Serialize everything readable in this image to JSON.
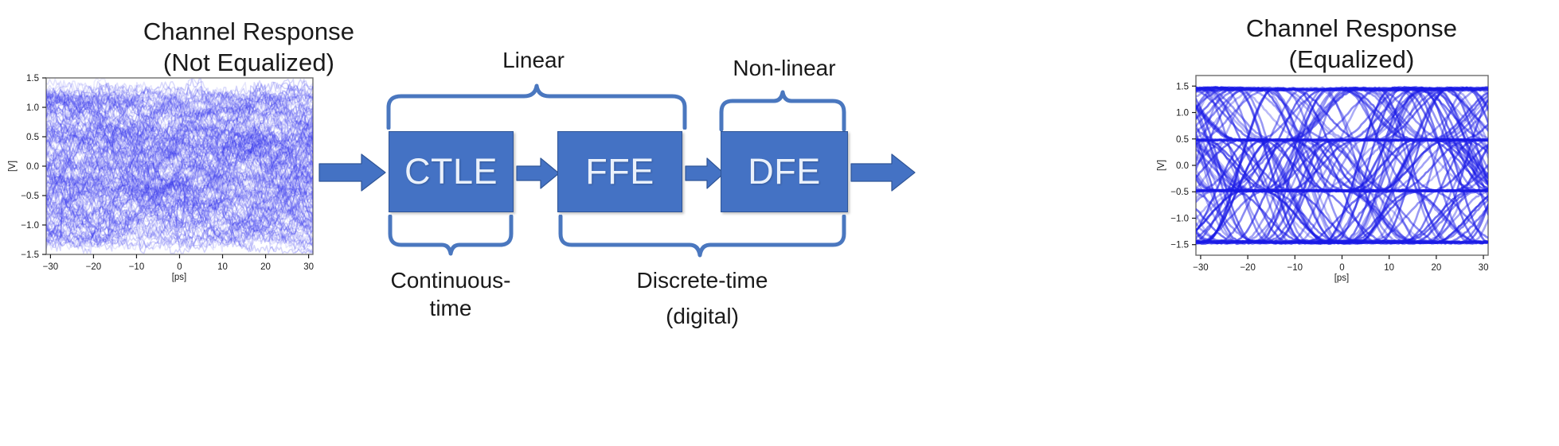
{
  "figure": {
    "type": "block-diagram-with-eye-diagrams",
    "background": "#ffffff",
    "accent_blue": "#4472c4",
    "brace_blue": "#4a77bf",
    "trace_blue": "#2a2ae0"
  },
  "left_panel": {
    "title_line1": "Channel Response",
    "title_line2": "(Not Equalized)",
    "chart_data": {
      "type": "line",
      "title": "Channel Response (Not Equalized)",
      "xlabel": "[ps]",
      "ylabel": "[V]",
      "xlim": [
        -31,
        31
      ],
      "ylim": [
        -1.5,
        1.5
      ],
      "xticks": [
        -30,
        -20,
        -10,
        0,
        10,
        20,
        30
      ],
      "yticks": [
        -1.5,
        -1.0,
        -0.5,
        0.0,
        0.5,
        1.0,
        1.5
      ],
      "xtick_labels": [
        "-30",
        "-20",
        "-10",
        "0",
        "10",
        "20",
        "30"
      ],
      "ytick_labels": [
        "-1.5",
        "-1.0",
        "-0.5",
        "0.0",
        "0.5",
        "1.0",
        "1.5"
      ],
      "grid": false,
      "legend": "none",
      "description": "PAM-4 eye diagram, heavily closed / smeared by inter-symbol interference. Traces span roughly -1.35 V to +1.35 V with no clearly open eye openings.",
      "signal_levels": [
        -1.33,
        -0.45,
        0.45,
        1.33
      ],
      "eye_openings": 0,
      "unit_interval_ps": 18.2,
      "trace_count": 180,
      "trace_color": "#3333ee",
      "trace_opacity": 0.18
    }
  },
  "right_panel": {
    "title_line1": "Channel Response",
    "title_line2": "(Equalized)",
    "chart_data": {
      "type": "line",
      "title": "Channel Response (Equalized)",
      "xlabel": "[ps]",
      "ylabel": "[V]",
      "xlim": [
        -31,
        31
      ],
      "ylim": [
        -1.7,
        1.7
      ],
      "xticks": [
        -30,
        -20,
        -10,
        0,
        10,
        20,
        30
      ],
      "yticks": [
        -1.5,
        -1.0,
        -0.5,
        0.0,
        0.5,
        1.0,
        1.5
      ],
      "xtick_labels": [
        "-30",
        "-20",
        "-10",
        "0",
        "10",
        "20",
        "30"
      ],
      "ytick_labels": [
        "-1.5",
        "-1.0",
        "-0.5",
        "0.0",
        "0.5",
        "1.0",
        "1.5"
      ],
      "grid": false,
      "legend": "none",
      "description": "PAM-4 eye diagram after equalization, showing three clearly open stacked eyes per unit interval.",
      "signal_levels": [
        -1.45,
        -0.48,
        0.48,
        1.45
      ],
      "eye_openings": 3,
      "unit_interval_ps": 18.6,
      "trace_count": 96,
      "trace_color": "#1a1ae6",
      "trace_opacity": 0.5
    }
  },
  "pipeline": {
    "blocks": [
      {
        "id": "ctle",
        "label": "CTLE"
      },
      {
        "id": "ffe",
        "label": "FFE"
      },
      {
        "id": "dfe",
        "label": "DFE"
      }
    ],
    "arrows": [
      {
        "id": "input-arrow",
        "from": "channel-output",
        "to": "ctle"
      },
      {
        "id": "ctle-to-ffe",
        "from": "ctle",
        "to": "ffe"
      },
      {
        "id": "ffe-to-dfe",
        "from": "ffe",
        "to": "dfe"
      },
      {
        "id": "output-arrow",
        "from": "dfe",
        "to": "equalized-eye"
      }
    ],
    "top_groups": [
      {
        "id": "linear-group",
        "label": "Linear",
        "covers": [
          "ctle",
          "ffe"
        ]
      },
      {
        "id": "nonlinear-group",
        "label": "Non-linear",
        "covers": [
          "dfe"
        ]
      }
    ],
    "bottom_groups": [
      {
        "id": "continuous-time-group",
        "label_line1": "Continuous-time",
        "label_line2": "",
        "covers": [
          "ctle"
        ]
      },
      {
        "id": "discrete-time-group",
        "label_line1": "Discrete-time",
        "label_line2": "(digital)",
        "covers": [
          "ffe",
          "dfe"
        ]
      }
    ]
  }
}
